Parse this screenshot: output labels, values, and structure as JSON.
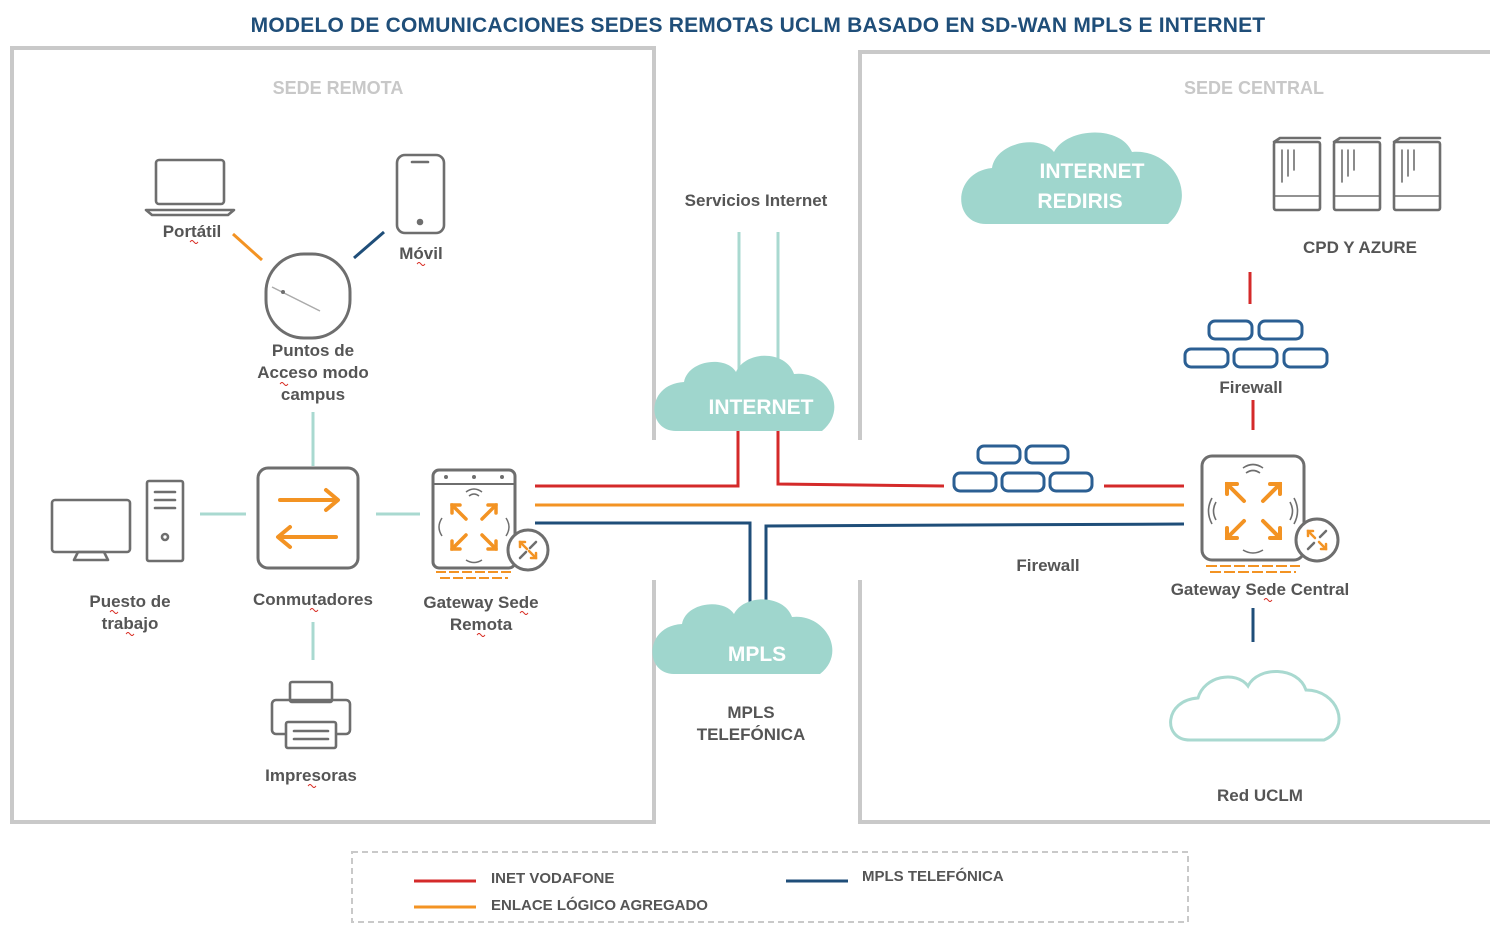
{
  "title": "MODELO DE COMUNICACIONES SEDES REMOTAS UCLM BASADO EN SD-WAN MPLS E INTERNET",
  "regions": {
    "remote": "SEDE REMOTA",
    "central": "SEDE CENTRAL"
  },
  "nodes": {
    "portatil": "Portátil",
    "movil": "Móvil",
    "ap": [
      "Puntos de",
      "Acceso modo",
      "campus"
    ],
    "puesto": [
      "Puesto de",
      "trabajo"
    ],
    "conmutadores": "Conmutadores",
    "gateway_remota": [
      "Gateway Sede",
      "Remota"
    ],
    "impresoras": "Impresoras",
    "servicios_internet": "Servicios Internet",
    "internet_cloud": "INTERNET",
    "mpls_cloud": "MPLS",
    "mpls_label": [
      "MPLS",
      "TELEFÓNICA"
    ],
    "internet_rediris": [
      "INTERNET",
      "REDIRIS"
    ],
    "cpd": "CPD Y AZURE",
    "firewall_top": "Firewall",
    "firewall_mid": "Firewall",
    "gateway_central": "Gateway Sede Central",
    "red_uclm": "Red UCLM"
  },
  "legend": {
    "inet": "INET VODAFONE",
    "mpls": "MPLS TELEFÓNICA",
    "enlace": "ENLACE LÓGICO AGREGADO"
  },
  "colors": {
    "inet": "#d42a2a",
    "enlace": "#f39323",
    "mpls": "#1f4e79",
    "cloud": "#9fd6cd",
    "local_link": "#a9d9d0",
    "panel_border": "#c9c9c9",
    "title": "#1f4e79"
  }
}
